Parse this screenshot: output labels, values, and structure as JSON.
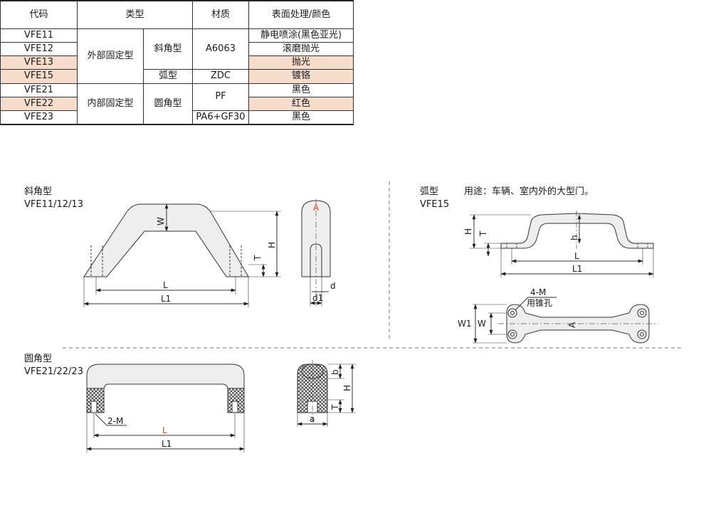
{
  "table": {
    "headers": [
      "代码",
      "类型",
      "材质",
      "表面处理/颜色"
    ],
    "rows": [
      {
        "code": "VFE11",
        "mount": "外部固定型",
        "shape": "斜角型",
        "material": "A6063",
        "finish": "静电喷涂(黑色亚光)",
        "highlight": false
      },
      {
        "code": "VFE12",
        "finish": "滚磨抛光",
        "highlight": false
      },
      {
        "code": "VFE13",
        "finish": "抛光",
        "highlight": true
      },
      {
        "code": "VFE15",
        "shape": "弧型",
        "material": "ZDC",
        "finish": "镀铬",
        "highlight": true
      },
      {
        "code": "VFE21",
        "mount": "内部固定型",
        "shape": "圆角型",
        "material": "PF",
        "finish": "黑色",
        "highlight": false
      },
      {
        "code": "VFE22",
        "finish": "红色",
        "highlight": true
      },
      {
        "code": "VFE23",
        "material": "PA6+GF30",
        "finish": "黑色",
        "highlight": false
      }
    ]
  },
  "diagrams": {
    "slant": {
      "title": "斜角型",
      "models": "VFE11/12/13",
      "labels": {
        "W": "W",
        "H": "H",
        "T": "T",
        "L": "L",
        "L1": "L1",
        "A": "A",
        "d": "d",
        "d1": "d1"
      }
    },
    "arc": {
      "title": "弧型",
      "models": "VFE15",
      "usage": "用途：车辆、室内外的大型门。",
      "labels": {
        "H": "H",
        "T": "T",
        "h": "h",
        "L": "L",
        "L1": "L1",
        "W1": "W1",
        "W": "W",
        "A": "A",
        "hole": "4-M",
        "hole_note": "用锥孔"
      }
    },
    "round": {
      "title": "圆角型",
      "models": "VFE21/22/23",
      "labels": {
        "thread": "2-M",
        "L": "L",
        "L1": "L1",
        "b": "b",
        "H": "H",
        "T": "T",
        "a": "a"
      }
    }
  },
  "colors": {
    "highlight_row": "#f5dccb",
    "accent_red": "#d2461f",
    "part_fill": "#eeeeee",
    "line": "#333333"
  }
}
